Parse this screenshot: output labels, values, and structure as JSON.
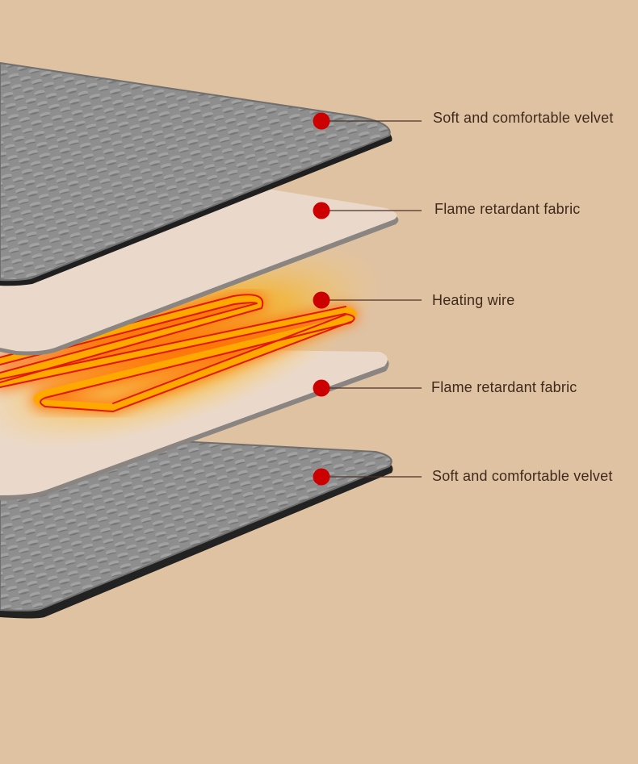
{
  "background": "#dfc2a2",
  "colors": {
    "marker": "#cc0000",
    "leader": "#4a3226",
    "label_text": "#3f2a1c",
    "velvet": "#8f8f8f",
    "fabric": "#ead9cb",
    "heating_wire": "#ff9a00"
  },
  "layers": [
    {
      "id": "velvet-top",
      "label": "Soft and comfortable velvet"
    },
    {
      "id": "fabric-top",
      "label": "Flame retardant fabric"
    },
    {
      "id": "heating-wire",
      "label": "Heating wire"
    },
    {
      "id": "fabric-bottom",
      "label": "Flame retardant fabric"
    },
    {
      "id": "velvet-bottom",
      "label": "Soft and comfortable velvet"
    }
  ]
}
